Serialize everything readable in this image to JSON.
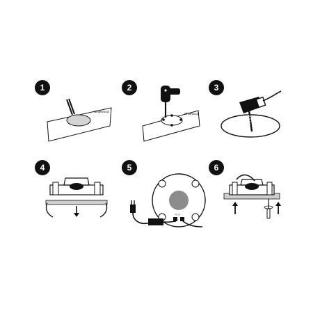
{
  "steps": [
    {
      "number": "1",
      "brand_text": "whitewood"
    },
    {
      "number": "2",
      "brand_text": "whitewood"
    },
    {
      "number": "3"
    },
    {
      "number": "4"
    },
    {
      "number": "5",
      "connector_label": "<->"
    },
    {
      "number": "6"
    }
  ],
  "colors": {
    "ink": "#111111",
    "paper": "#ffffff",
    "gray": "#8c8c8c",
    "light_gray": "#cfcfcf"
  }
}
